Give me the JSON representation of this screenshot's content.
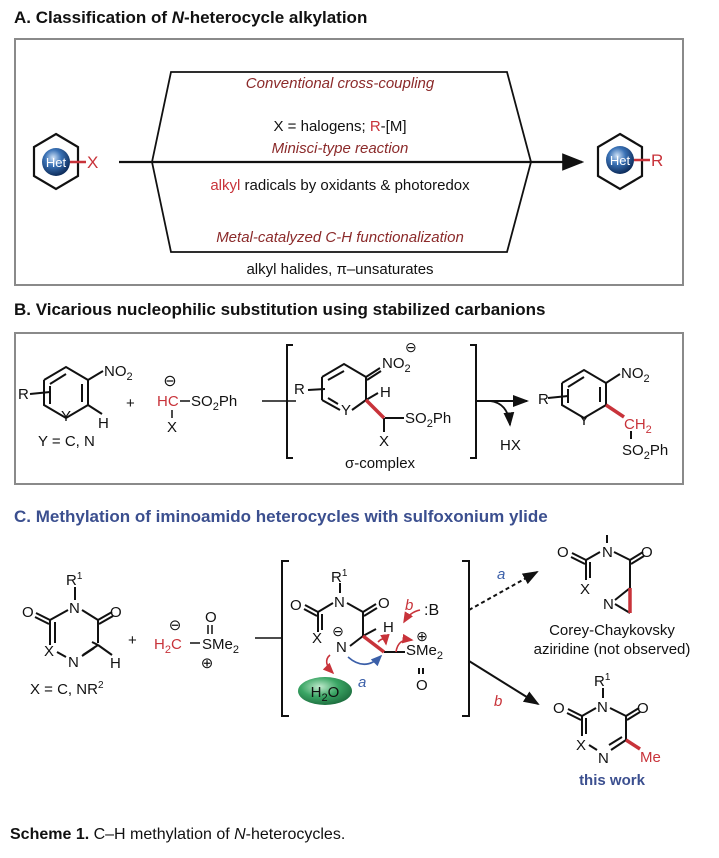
{
  "panel_a": {
    "title_prefix": "A. Classification of ",
    "title_italic": "N",
    "title_suffix": "-heterocycle alkylation",
    "substrate": {
      "ring_label": "Het",
      "group": "X"
    },
    "product": {
      "ring_label": "Het",
      "group": "R"
    },
    "routes": [
      {
        "name": "Conventional cross-coupling",
        "detail_prefix": "X = halogens; ",
        "detail_red": "R",
        "detail_suffix": "-[M]"
      },
      {
        "name": "Minisci-type reaction",
        "detail_red": "alkyl",
        "detail_suffix": " radicals by oxidants & photoredox"
      },
      {
        "name": "Metal-catalyzed C-H functionalization",
        "detail": "alkyl halides, π–unsaturates"
      }
    ]
  },
  "panel_b": {
    "title": "B. Vicarious nucleophilic substitution using stabilized carbanions",
    "substrate": {
      "substituent_r": "R",
      "ring_atom": "Y",
      "nitro": "NO2",
      "h": "H",
      "note": "Y = C, N"
    },
    "plus": "+",
    "reagent": {
      "charge": "⊖",
      "hc": "HC",
      "so2ph": "SO2Ph",
      "x": "X"
    },
    "intermediate": {
      "r": "R",
      "y": "Y",
      "nitro": "NO2",
      "charge": "⊖",
      "h": "H",
      "so2ph": "SO2Ph",
      "x": "X",
      "label": "σ-complex"
    },
    "byproduct": "HX",
    "product": {
      "r": "R",
      "y": "Y",
      "nitro": "NO2",
      "ch2": "CH2",
      "so2ph": "SO2Ph"
    }
  },
  "panel_c": {
    "title": "C. Methylation of iminoamido heterocycles with sulfoxonium ylide",
    "substrate": {
      "r1": "R1",
      "o": "O",
      "n": "N",
      "x": "X",
      "h": "H",
      "note_prefix": "X = C, NR",
      "note_sup": "2"
    },
    "plus": "+",
    "ylide": {
      "h2c": "H2C",
      "s": "SMe2",
      "o": "O",
      "neg": "⊖",
      "pos": "⊕"
    },
    "intermediate": {
      "r1": "R1",
      "base": ":B",
      "water": "H2O",
      "h": "H",
      "s": "SMe2",
      "o": "O",
      "path_a": "a",
      "path_b": "b"
    },
    "path_labels": {
      "a": "a",
      "b": "b"
    },
    "aziridine": {
      "label_line1": "Corey-Chaykovsky",
      "label_line2": "aziridine (not observed)"
    },
    "product": {
      "r1": "R1",
      "me": "Me",
      "label": "this work"
    }
  },
  "caption": {
    "bold": "Scheme 1.",
    "text_prefix": " C–H methylation of ",
    "text_italic": "N",
    "text_suffix": "-heterocycles."
  },
  "colors": {
    "accent_red": "#c8333a",
    "route_label": "#8b2a2a",
    "accent_blue": "#3b4f8f",
    "water_green": "#2e9a5a",
    "het_ball": "#1f4f8a"
  }
}
